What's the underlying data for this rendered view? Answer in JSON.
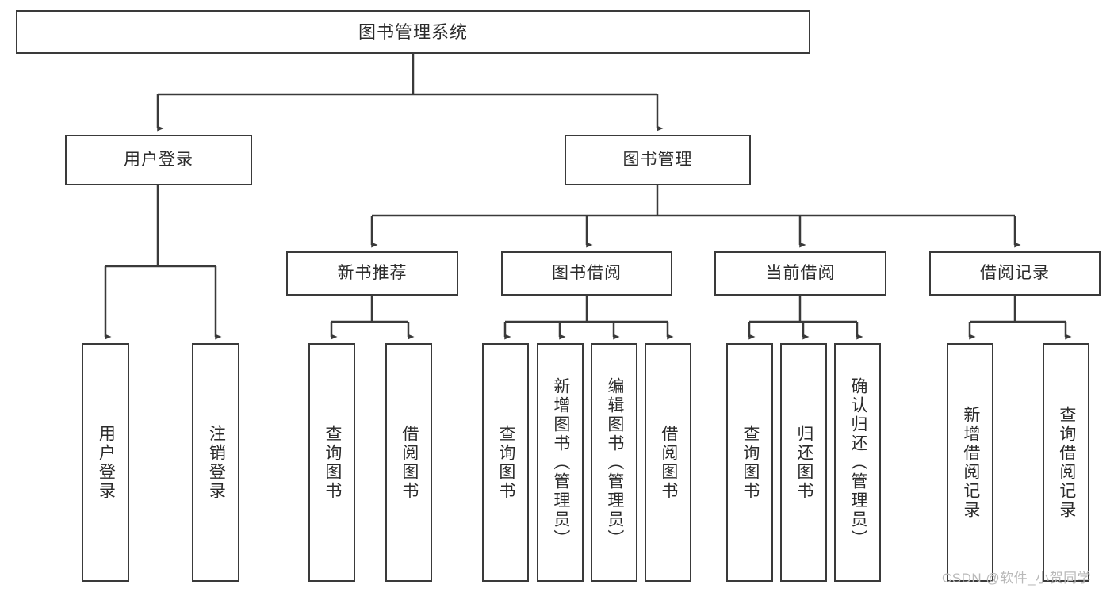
{
  "diagram": {
    "title": "图书管理系统",
    "type": "tree-hierarchy-chart",
    "stroke_color": "#3a3a3a",
    "text_color": "#2b2b2b",
    "background_color": "#ffffff"
  },
  "nodes": {
    "root": {
      "label": "图书管理系统"
    },
    "level1": [
      {
        "id": "user-login",
        "label": "用户登录"
      },
      {
        "id": "book-manage",
        "label": "图书管理"
      }
    ],
    "level2": [
      {
        "id": "new-book-rec",
        "label": "新书推荐"
      },
      {
        "id": "book-borrow",
        "label": "图书借阅"
      },
      {
        "id": "current-borrow",
        "label": "当前借阅"
      },
      {
        "id": "borrow-record",
        "label": "借阅记录"
      }
    ],
    "leaves": [
      {
        "id": "leaf-user-login",
        "parent": "user-login",
        "label": "用户登录"
      },
      {
        "id": "leaf-logout",
        "parent": "user-login",
        "label": "注销登录"
      },
      {
        "id": "leaf-query-book-1",
        "parent": "new-book-rec",
        "label": "查询图书"
      },
      {
        "id": "leaf-borrow-book-1",
        "parent": "new-book-rec",
        "label": "借阅图书"
      },
      {
        "id": "leaf-query-book-2",
        "parent": "book-borrow",
        "label": "查询图书"
      },
      {
        "id": "leaf-add-book",
        "parent": "book-borrow",
        "label": "新增图书（管理员）"
      },
      {
        "id": "leaf-edit-book",
        "parent": "book-borrow",
        "label": "编辑图书（管理员）"
      },
      {
        "id": "leaf-borrow-book-2",
        "parent": "book-borrow",
        "label": "借阅图书"
      },
      {
        "id": "leaf-query-book-3",
        "parent": "current-borrow",
        "label": "查询图书"
      },
      {
        "id": "leaf-return-book",
        "parent": "current-borrow",
        "label": "归还图书"
      },
      {
        "id": "leaf-confirm-return",
        "parent": "current-borrow",
        "label": "确认归还（管理员）"
      },
      {
        "id": "leaf-add-record",
        "parent": "borrow-record",
        "label": "新增借阅记录"
      },
      {
        "id": "leaf-query-record",
        "parent": "borrow-record",
        "label": "查询借阅记录"
      }
    ]
  },
  "watermark": {
    "text": "CSDN @软件_小贺同学"
  }
}
